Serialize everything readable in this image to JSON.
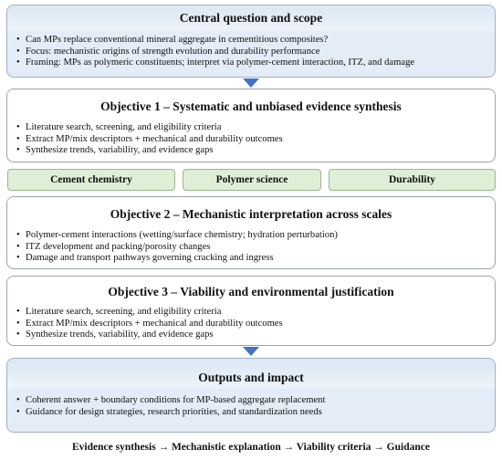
{
  "central": {
    "title": "Central question and scope",
    "bullets": [
      "Can MPs replace conventional mineral aggregate in cementitious composites?",
      "Focus: mechanistic origins of strength evolution and durability performance",
      "Framing: MPs as polymeric constituents; interpret via polymer-cement interaction, ITZ, and damage"
    ]
  },
  "objective1": {
    "title": "Objective 1 – Systematic and unbiased evidence synthesis",
    "bullets": [
      "Literature search, screening, and eligibility criteria",
      "Extract MP/mix descriptors + mechanical and durability outcomes",
      "Synthesize trends, variability, and evidence gaps"
    ]
  },
  "disciplines": [
    "Cement chemistry",
    "Polymer science",
    "Durability"
  ],
  "objective2": {
    "title": "Objective 2 – Mechanistic interpretation across scales",
    "bullets": [
      "Polymer-cement interactions (wetting/surface chemistry; hydration perturbation)",
      "ITZ development and packing/porosity changes",
      "Damage and transport pathways governing cracking and ingress"
    ]
  },
  "objective3": {
    "title": "Objective 3 – Viability and environmental justification",
    "bullets": [
      "Literature search, screening, and eligibility criteria",
      "Extract MP/mix descriptors + mechanical and durability outcomes",
      "Synthesize trends, variability, and evidence gaps"
    ]
  },
  "outputs": {
    "title": "Outputs and impact",
    "bullets": [
      "Coherent answer + boundary conditions for MP-based aggregate replacement",
      "Guidance for design strategies, research priorities, and standardization needs"
    ]
  },
  "footer": "Evidence synthesis → Mechanistic explanation → Viability criteria → Guidance",
  "colors": {
    "arrow": "#4472c4",
    "blue_box": "#e3ecf7",
    "green_tag": "#dfeed6"
  }
}
